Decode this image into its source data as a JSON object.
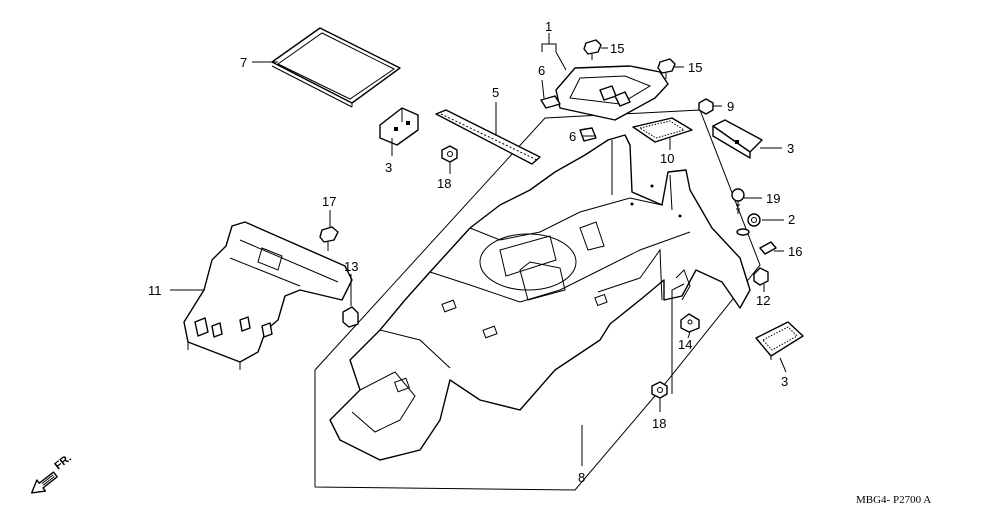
{
  "diagram": {
    "callouts": [
      {
        "id": "c1",
        "text": "1"
      },
      {
        "id": "c2",
        "text": "2"
      },
      {
        "id": "c3a",
        "text": "3"
      },
      {
        "id": "c3b",
        "text": "3"
      },
      {
        "id": "c3c",
        "text": "3"
      },
      {
        "id": "c5",
        "text": "5"
      },
      {
        "id": "c6a",
        "text": "6"
      },
      {
        "id": "c6b",
        "text": "6"
      },
      {
        "id": "c7",
        "text": "7"
      },
      {
        "id": "c8",
        "text": "8"
      },
      {
        "id": "c9",
        "text": "9"
      },
      {
        "id": "c10",
        "text": "10"
      },
      {
        "id": "c11",
        "text": "11"
      },
      {
        "id": "c12",
        "text": "12"
      },
      {
        "id": "c13",
        "text": "13"
      },
      {
        "id": "c14",
        "text": "14"
      },
      {
        "id": "c15a",
        "text": "15"
      },
      {
        "id": "c15b",
        "text": "15"
      },
      {
        "id": "c16",
        "text": "16"
      },
      {
        "id": "c17",
        "text": "17"
      },
      {
        "id": "c18a",
        "text": "18"
      },
      {
        "id": "c18b",
        "text": "18"
      },
      {
        "id": "c19",
        "text": "19"
      }
    ],
    "direction_marker": "FR.",
    "drawing_code": "MBG4- P2700 A"
  }
}
